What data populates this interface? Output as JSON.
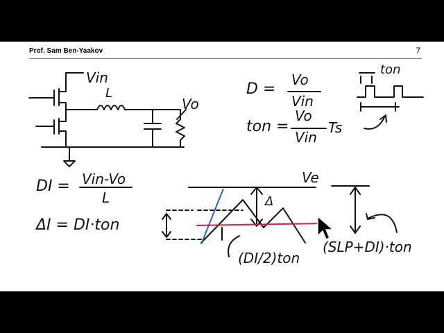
{
  "header": {
    "author": "Prof. Sam Ben-Yaakov",
    "page_number": "7"
  },
  "circuit": {
    "vin_label": "Vin",
    "inductor_label": "L",
    "vo_label": "Vo"
  },
  "equations": {
    "duty_lhs": "D =",
    "duty_num": "Vo",
    "duty_den": "Vin",
    "ton_label": "ton",
    "ton_lhs": "ton =",
    "ton_num": "Vo",
    "ton_den": "Vin",
    "ton_ts": "Ts",
    "di_lhs": "DI =",
    "di_num": "Vin-Vo",
    "di_den": "L",
    "delta_i": "ΔI = DI·ton"
  },
  "waveform": {
    "ve_label": "Ve",
    "delta_label": "Δ",
    "half_label": "(DI/2)ton",
    "slope_label": "(SLP+DI)·ton"
  },
  "colors": {
    "ink": "#111111",
    "red_line": "#d8202a",
    "blue_line": "#2a5fbf",
    "rule": "#7a7a7a"
  }
}
